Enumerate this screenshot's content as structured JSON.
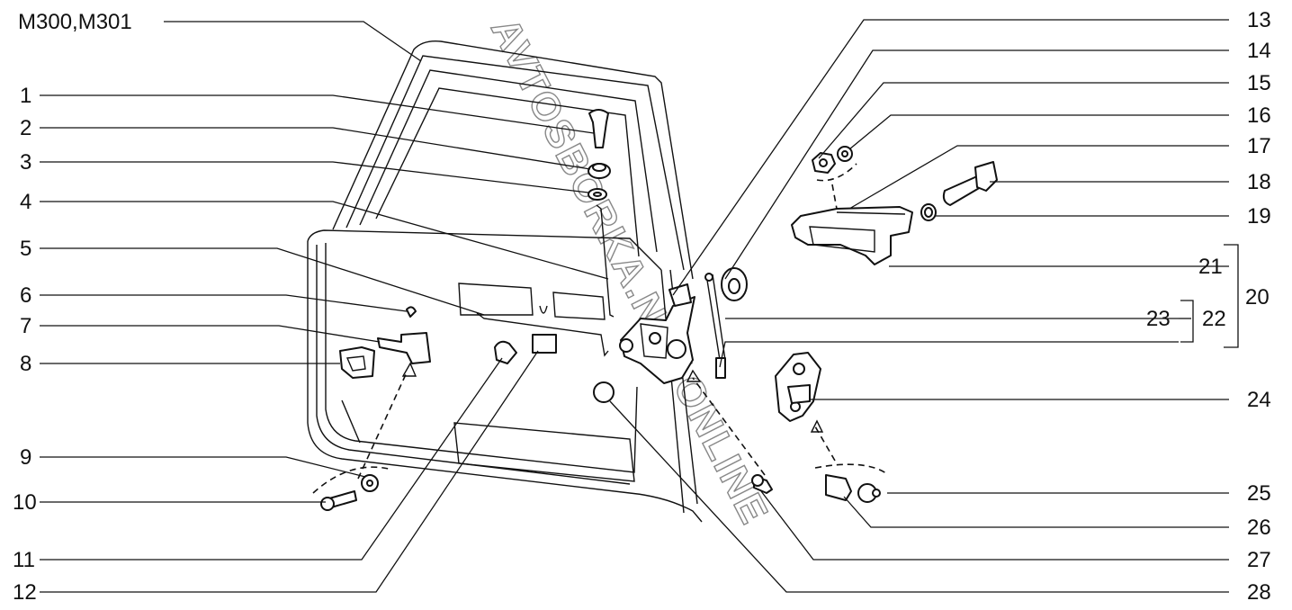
{
  "model_label": "M300,M301",
  "watermark": "AVTOSBORKA.NET.ONLINE",
  "callouts_left": [
    "1",
    "2",
    "3",
    "4",
    "5",
    "6",
    "7",
    "8",
    "9",
    "10",
    "11",
    "12"
  ],
  "callouts_right": [
    "13",
    "14",
    "15",
    "16",
    "17",
    "18",
    "19",
    "21",
    "23",
    "24",
    "25",
    "26",
    "27",
    "28"
  ],
  "group_labels": [
    "20",
    "22"
  ]
}
